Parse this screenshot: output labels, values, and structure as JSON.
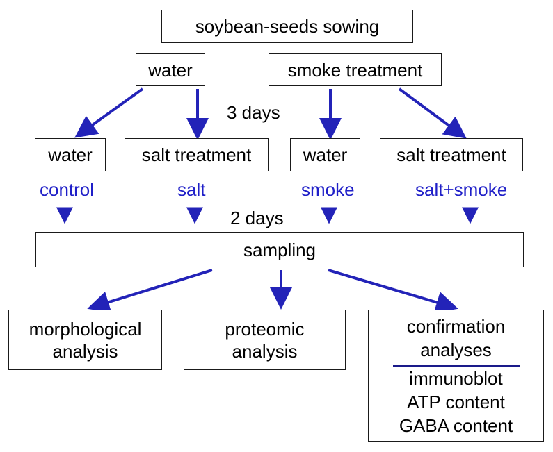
{
  "colors": {
    "arrow": "#2323b8",
    "label_blue": "#1f1fc8",
    "box_border": "#1a1a1a"
  },
  "nodes": {
    "sowing": "soybean-seeds sowing",
    "water_top": "water",
    "smoke_treatment": "smoke treatment",
    "water_left": "water",
    "salt_treatment_left": "salt treatment",
    "water_right": "water",
    "salt_treatment_right": "salt treatment",
    "sampling": "sampling",
    "morphological": [
      "morphological",
      "analysis"
    ],
    "proteomic": [
      "proteomic",
      "analysis"
    ],
    "confirmation": {
      "title": [
        "confirmation",
        "analyses"
      ],
      "items": [
        "immunoblot",
        "ATP content",
        "GABA content"
      ]
    }
  },
  "labels": {
    "three_days": "3 days",
    "two_days": "2 days",
    "groups": [
      "control",
      "salt",
      "smoke",
      "salt+smoke"
    ]
  }
}
